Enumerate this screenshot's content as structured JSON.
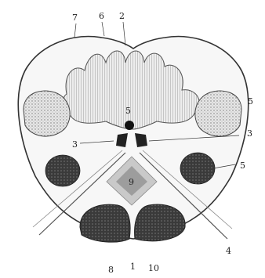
{
  "labels": {
    "l7": "7",
    "l6": "6",
    "l2": "2",
    "l5_right_top": "5",
    "l3_right": "3",
    "l3_left": "3",
    "l5_right_bottom": "5",
    "l4": "4",
    "l8": "8",
    "l1": "1",
    "l10": "10",
    "l5_center": "5",
    "l9_center": "9"
  },
  "colors": {
    "outline": "#333333",
    "white_matter": "#f4f4f4",
    "gray_stipple": "#8a8a8a",
    "dark_nucleus": "#3a3a3a",
    "mid_gray": "#9a9a9a",
    "light_gray": "#c8c8c8"
  }
}
